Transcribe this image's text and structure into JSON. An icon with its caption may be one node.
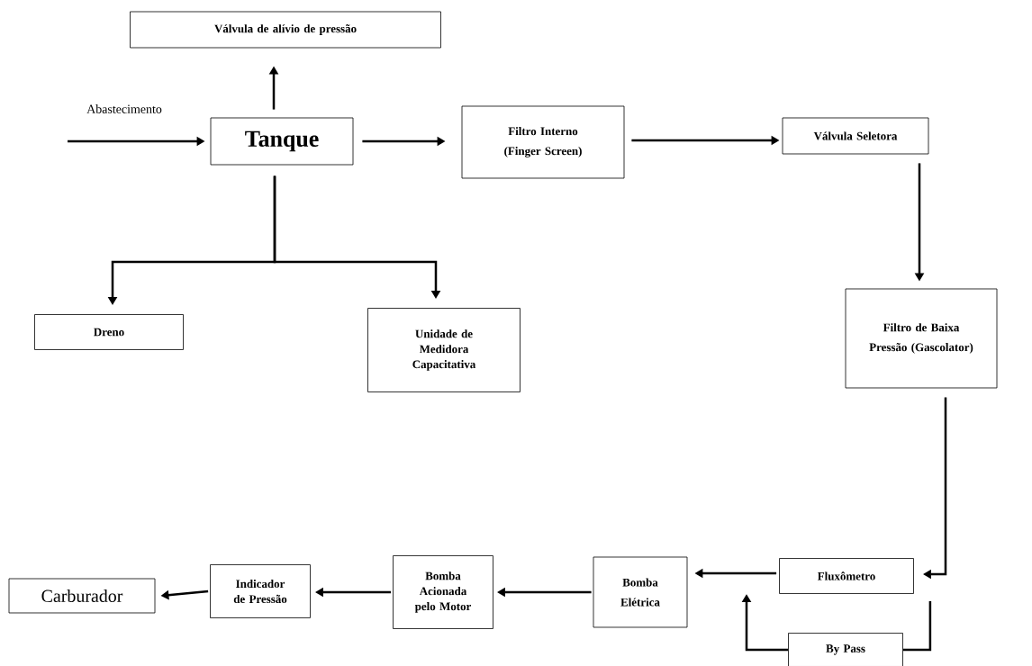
{
  "diagram": {
    "nodes": [
      {
        "text": [
          "Válvula de alívio de pressão"
        ]
      },
      {
        "text": [
          "Tanque"
        ]
      },
      {
        "text": [
          "Filtro Interno (Finger Screen)"
        ]
      },
      {
        "text": [
          "Válvula Seletora"
        ]
      },
      {
        "text": [
          "Dreno"
        ]
      },
      {
        "text": [
          "Unidade de Medidora Capacitativa"
        ]
      },
      {
        "text": [
          "Filtro de Baixa Pressão (Gascolator)"
        ]
      },
      {
        "text": [
          "Fluxômetro"
        ]
      },
      {
        "text": [
          "By Pass"
        ]
      },
      {
        "text": [
          "Bomba Elétrica"
        ]
      },
      {
        "text": [
          "Bomba Acionada pelo Motor"
        ]
      },
      {
        "text": [
          "Indicador de Pressão"
        ]
      },
      {
        "text": [
          "Carburador"
        ]
      }
    ],
    "edges": [
      {
        "from": null,
        "to": 1,
        "arrow": "to",
        "label": "Abastecimento"
      },
      {
        "from": 1,
        "to": 0,
        "arrow": "to"
      },
      {
        "from": 1,
        "to": 2,
        "arrow": "to"
      },
      {
        "from": 2,
        "to": 3,
        "arrow": "to"
      },
      {
        "from": 3,
        "to": 6,
        "arrow": "to"
      },
      {
        "from": 1,
        "to": 4,
        "arrow": "to"
      },
      {
        "from": 1,
        "to": 5,
        "arrow": "to"
      },
      {
        "from": 6,
        "to": 7,
        "arrow": "to"
      },
      {
        "from": 7,
        "to": 9,
        "arrow": "to"
      },
      {
        "from": 7,
        "to": 8,
        "arrow": "none"
      },
      {
        "from": 8,
        "to": null,
        "arrow": "to"
      },
      {
        "from": 9,
        "to": 10,
        "arrow": "to"
      },
      {
        "from": 10,
        "to": 11,
        "arrow": "to"
      },
      {
        "from": 11,
        "to": 12,
        "arrow": "to"
      }
    ]
  }
}
